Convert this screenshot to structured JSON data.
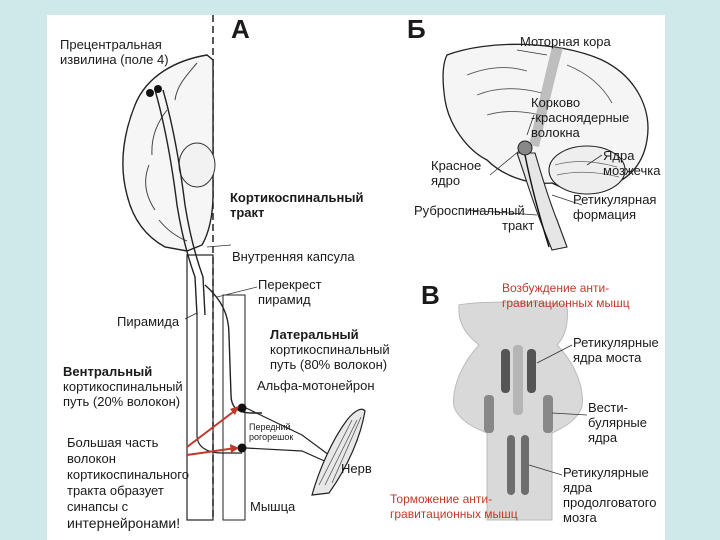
{
  "panels": {
    "a": "А",
    "b": "Б",
    "c": "В"
  },
  "panel_a": {
    "precentral": [
      "Прецентральная",
      "извилина (поле 4)"
    ],
    "corticospinal_tract": [
      "Кортикоспинальный",
      "тракт"
    ],
    "internal_capsule": "Внутренняя капсула",
    "decussation": [
      "Перекрест",
      "пирамид"
    ],
    "pyramid": "Пирамида",
    "lateral_title": "Латеральный",
    "lateral_desc": [
      "кортикоспинальный",
      "путь (80% волокон)"
    ],
    "alpha_motoneuron": "Альфа-мотонейрон",
    "ventral_title": "Вентральный",
    "ventral_desc": [
      "кортикоспинальный",
      "путь (20% волокон)"
    ],
    "anterior_horn": [
      "Передний",
      "рогорешок"
    ],
    "nerve": "Нерв",
    "muscle": "Мышца",
    "note": [
      "Большая часть",
      "волокон",
      "кортикоспинального",
      "тракта образует",
      "синапсы с"
    ],
    "note_last": "интернейронами!"
  },
  "panel_b": {
    "motor_cortex": "Моторная кора",
    "corticorubral": [
      "Корково",
      "-красноядерные",
      "волокна"
    ],
    "red_nucleus": [
      "Красное",
      "ядро"
    ],
    "cerebellar_nuclei": [
      "Ядра",
      "мозжечка"
    ],
    "rubrospinal": [
      "Руброспинальный",
      "тракт"
    ],
    "reticular_formation": [
      "Ретикулярная",
      "формация"
    ]
  },
  "panel_c": {
    "excitation": [
      "Возбуждение анти-",
      "гравитационных мышц"
    ],
    "pons_reticular": [
      "Ретикулярные",
      "ядра моста"
    ],
    "vestibular": [
      "Вести-",
      "булярные",
      "ядра"
    ],
    "medulla_reticular": [
      "Ретикулярные",
      "ядра",
      "продолговатого",
      "мозга"
    ],
    "inhibition": [
      "Торможение анти-",
      "гравитационных мышц"
    ]
  },
  "colors": {
    "accent_red": "#c0392b",
    "background": "#cfe8ea"
  }
}
